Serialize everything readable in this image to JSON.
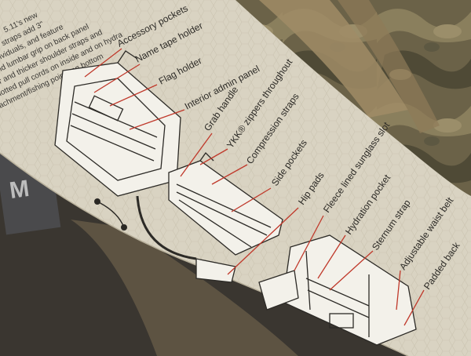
{
  "hang_tag": {
    "callouts": [
      "Accessory pockets",
      "Name tape holder",
      "Flag holder",
      "Interior admin panel",
      "Grab handle",
      "YKK® zippers throughout",
      "Compression straps",
      "Side pockets",
      "Hip pads",
      "Fleece lined sunglass slot",
      "Hydration pocket",
      "Sternum strap",
      "Adjustable waist belt",
      "Padded back"
    ],
    "copy_lines": [
      "5.11's new",
      "straps add 3\"",
      "ividuals, and feature",
      "nd lumbar grip on back panel",
      "er and thicker shoulder straps and",
      "nnotted pull cords on inside and on hydra",
      "Attachment/fishing points on bottom"
    ],
    "brand_fragment": "M"
  },
  "colors": {
    "card": "#d9d3c2",
    "leader": "#c0392b",
    "ink": "#2c2a26",
    "camo": [
      "#6b6248",
      "#8a7f5d",
      "#4f4a36",
      "#9b8e6a",
      "#5d5842"
    ]
  }
}
